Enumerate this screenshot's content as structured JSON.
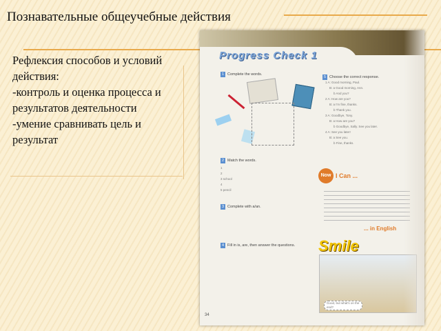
{
  "slide": {
    "title": "Познавательные общеучебные действия",
    "body": [
      "Рефлексия способов и условий",
      "действия:",
      "-контроль и оценка процесса и",
      "результатов деятельности",
      "-умение сравнивать цель и",
      "результат"
    ]
  },
  "textbook": {
    "heading": "Progress Check 1",
    "sections": [
      {
        "num": "1",
        "title": "Complete the words."
      },
      {
        "num": "2",
        "title": "Match the words."
      },
      {
        "num": "3",
        "title": "Complete with a/an."
      },
      {
        "num": "4",
        "title": "Fill in is, are, then answer the questions."
      },
      {
        "num": "5",
        "title": "Choose the correct response."
      }
    ],
    "dialogues": [
      "1  A: Good morning, Paul.",
      "B: a  Good morning, Ann.",
      "b  And you?",
      "2  A: How are you?",
      "B: a  I'm fine, thanks.",
      "b  Thank you.",
      "3  A: Goodbye, Tony.",
      "B: a  How are you?",
      "b  Goodbye, Sally. See you later.",
      "4  A: See you later!",
      "B: a  See you.",
      "b  Fine, thanks."
    ],
    "match_left": [
      "1  ",
      "2  ",
      "3  school",
      "4  ",
      "5  pencil"
    ],
    "now": "Now",
    "i_can": "I Can ...",
    "in_english": "... in English",
    "smile": "Smile",
    "bubble": "Good, but what's on the end?",
    "page_number": "34"
  },
  "colors": {
    "accent_line": "#e8a94a",
    "book_blue": "#5b8fd0",
    "book_orange": "#e07b2a"
  }
}
